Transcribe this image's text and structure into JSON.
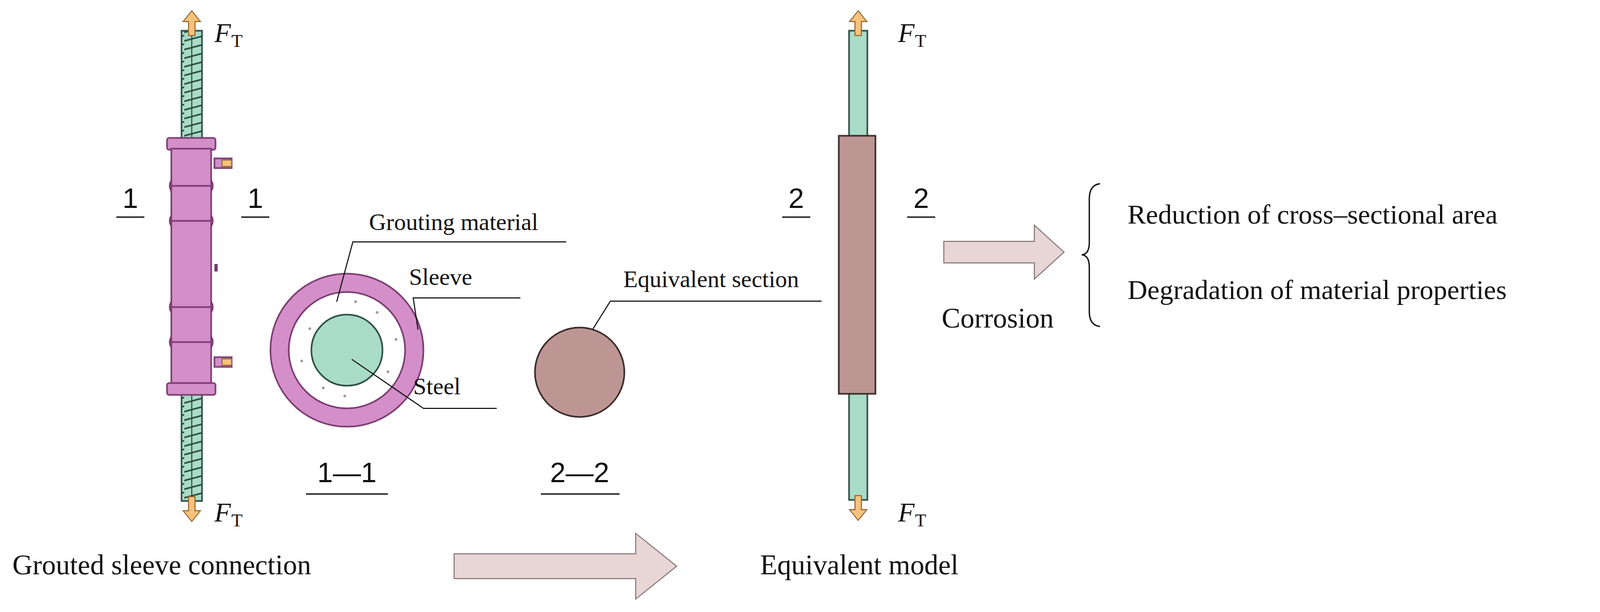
{
  "diagram": {
    "labels": [
      "F",
      "T",
      "F",
      "T",
      "1",
      "1",
      "Grouting material",
      "Sleeve",
      "Steel",
      "1—1",
      "Equivalent section",
      "2—2",
      "F",
      "T",
      "F",
      "T",
      "2",
      "2",
      "Corrosion",
      "Reduction of cross–sectional area",
      "Degradation of material properties",
      "Grouted sleeve connection",
      "Equivalent model"
    ]
  }
}
